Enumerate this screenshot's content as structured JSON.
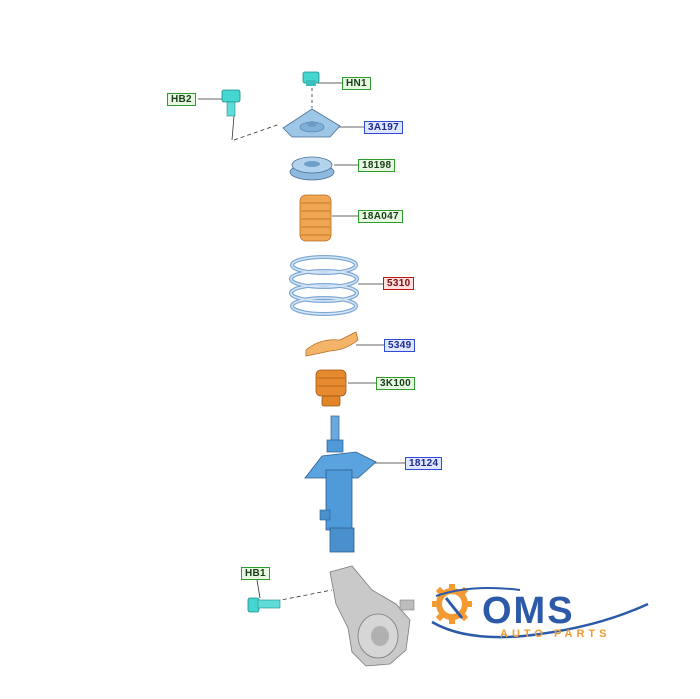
{
  "parts": {
    "hn1": "HN1",
    "hb2": "HB2",
    "p3a197": "3A197",
    "p18198": "18198",
    "p18a047": "18A047",
    "p5310": "5310",
    "p5349": "5349",
    "p3k100": "3K100",
    "p18124": "18124",
    "hb1": "HB1"
  },
  "logo": {
    "brand": "OMS",
    "tagline": "AUTO PARTS"
  },
  "colors": {
    "cyan_part": "#46d6d2",
    "mount_blue": "#9ec6e6",
    "orange_part": "#f0a552",
    "spring_blue": "#b7d3f0",
    "strut_blue": "#4f9ad8",
    "knuckle_grey": "#c9c9c9",
    "logo_orange": "#f39a33",
    "logo_blue": "#2c5aa8"
  }
}
